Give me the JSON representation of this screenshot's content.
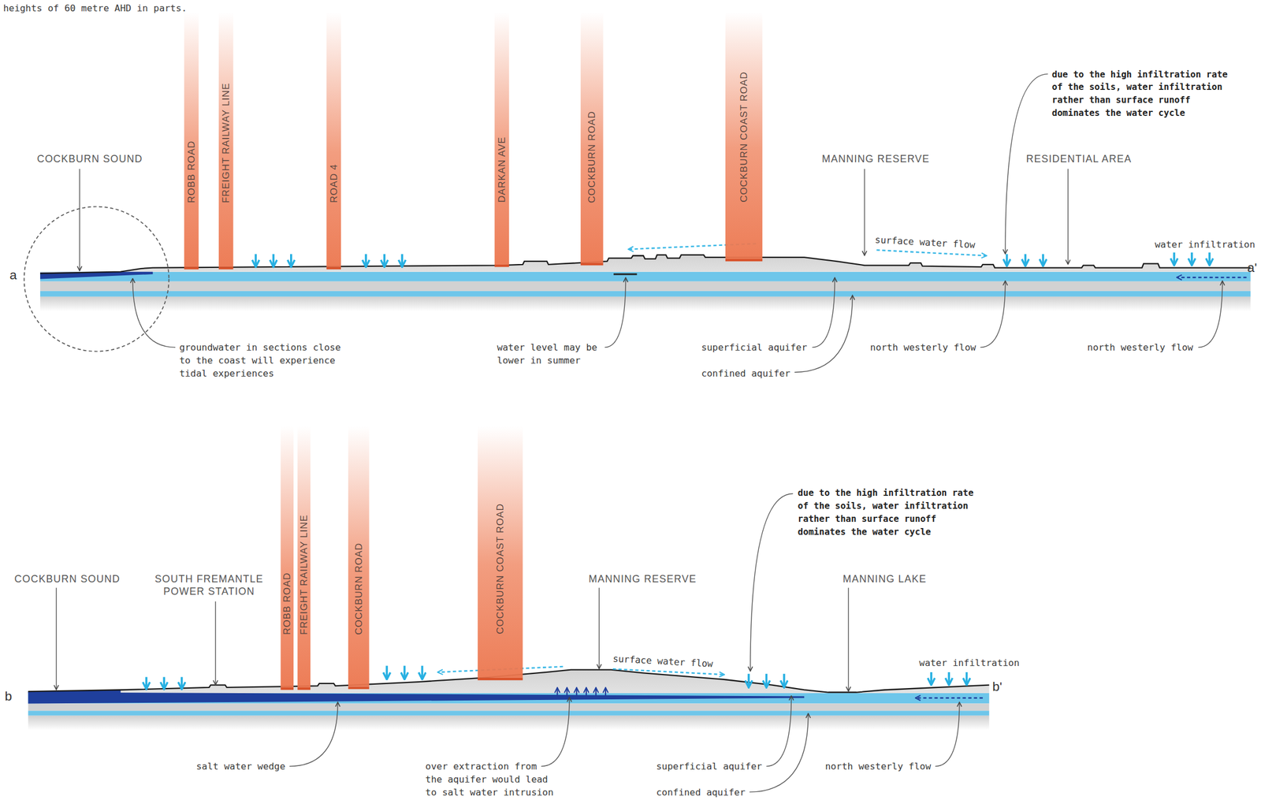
{
  "diagram": {
    "nodes": [
      {
        "text": [
          "ROBB ROAD"
        ]
      },
      {
        "text": [
          "FREIGHT RAILWAY LINE"
        ]
      },
      {
        "text": [
          "ROAD 4"
        ]
      },
      {
        "text": [
          "DARKAN AVE"
        ]
      },
      {
        "text": [
          "COCKBURN ROAD"
        ]
      },
      {
        "text": [
          "COCKBURN COAST ROAD"
        ]
      },
      {
        "text": [
          "ROBB ROAD"
        ]
      },
      {
        "text": [
          "FREIGHT RAILWAY LINE"
        ]
      },
      {
        "text": [
          "COCKBURN ROAD"
        ]
      },
      {
        "text": [
          "COCKBURN COAST ROAD"
        ]
      }
    ],
    "labels": [
      "heights of 60 metre AHD in parts.",
      "a",
      "COCKBURN SOUND",
      "MANNING RESERVE",
      "RESIDENTIAL AREA",
      "due to the high infiltration rate of the soils, water infiltration rather than surface runoff dominates the water cycle",
      "surface water flow",
      "water infiltration",
      "a'",
      "groundwater in sections close to the coast will experience tidal experiences",
      "water level may be lower in summer",
      "superficial aquifer",
      "confined aquifer",
      "north westerly flow",
      "north westerly flow",
      "COCKBURN SOUND",
      "SOUTH FREMANTLE POWER STATION",
      "MANNING RESERVE",
      "MANNING LAKE",
      "due to the high infiltration rate of the soils, water infiltration rather than surface runoff dominates the water cycle",
      "surface water flow",
      "water infiltration",
      "b",
      "b'",
      "salt water wedge",
      "over extraction from the aquifer would lead to salt water intrusion",
      "superficial aquifer",
      "confined aquifer",
      "north westerly flow"
    ]
  }
}
